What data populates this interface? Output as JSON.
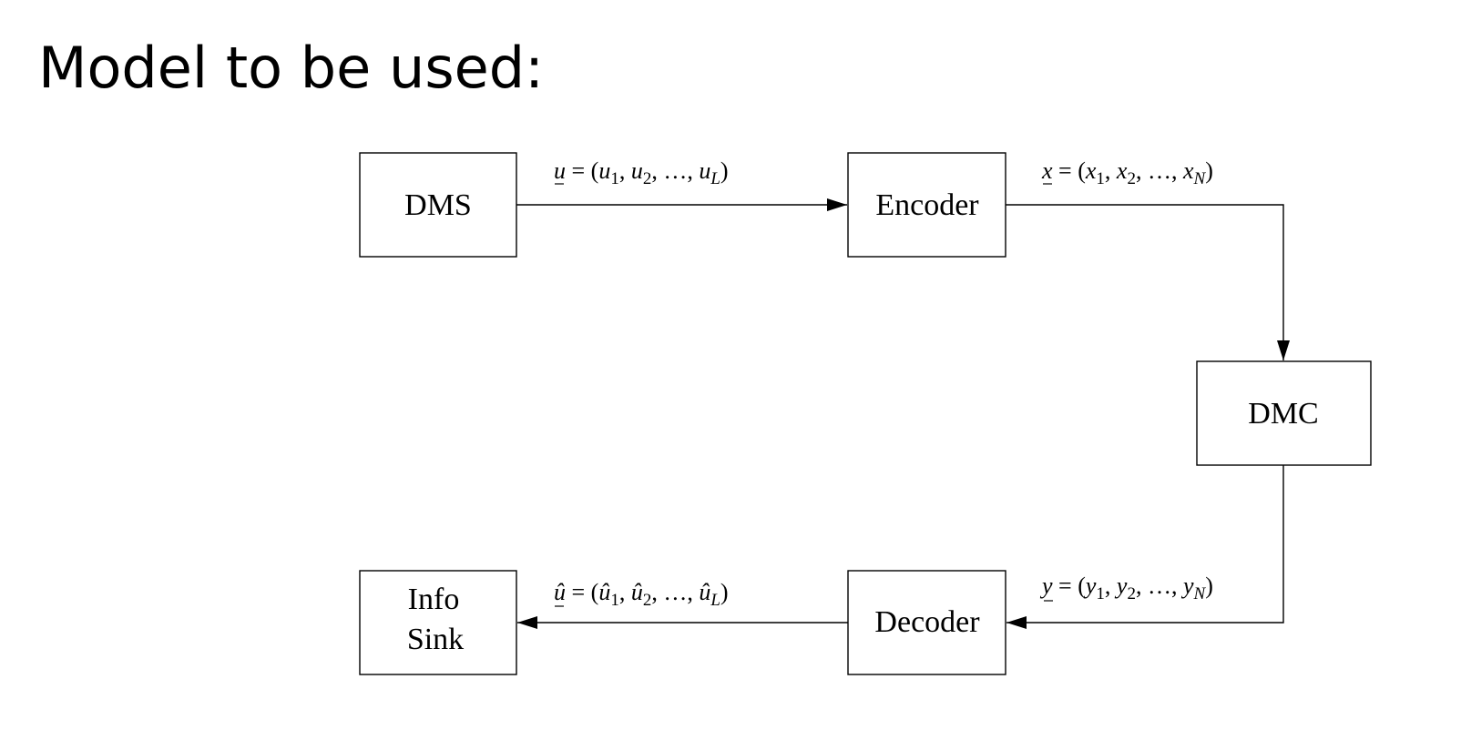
{
  "title": "Model to be used:",
  "blocks": {
    "dms": "DMS",
    "encoder": "Encoder",
    "dmc": "DMC",
    "decoder": "Decoder",
    "sink_line1": "Info",
    "sink_line2": "Sink"
  },
  "signals": {
    "u": {
      "sym": "u",
      "sub_last": "L"
    },
    "x": {
      "sym": "x",
      "sub_last": "N"
    },
    "y": {
      "sym": "y",
      "sub_last": "N"
    },
    "u_hat": {
      "sym": "û",
      "sub_last": "L"
    }
  }
}
